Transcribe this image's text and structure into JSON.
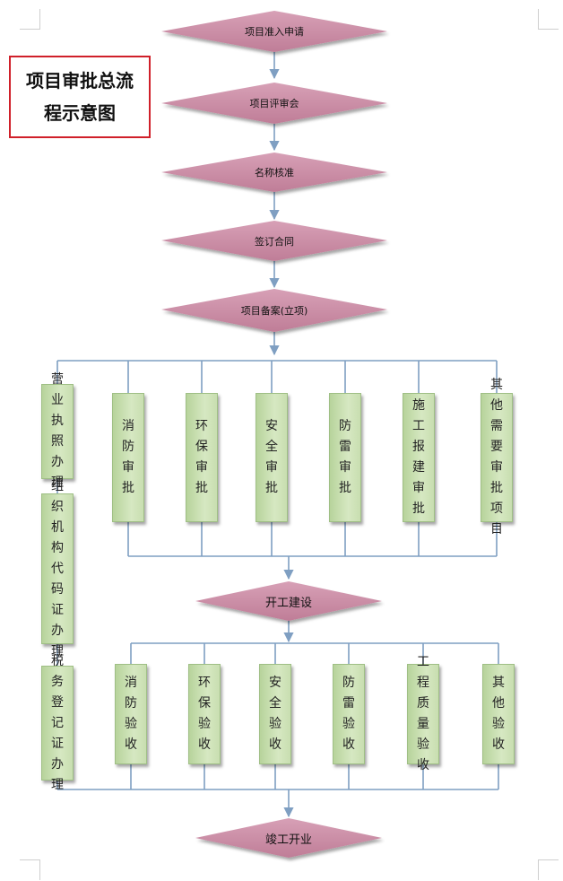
{
  "title": [
    "项目审批总流",
    "程示意图"
  ],
  "main_flow": [
    "项目准入申请",
    "项目评审会",
    "名称核准",
    "签订合同",
    "项目备案(立项)"
  ],
  "left_column": [
    "营业执照办理",
    "组织机构代码证办理",
    "税务登记证办理"
  ],
  "approvals": [
    "消防审批",
    "环保审批",
    "安全审批",
    "防雷审批",
    "施工报建审批",
    "其他需要审批项目"
  ],
  "construction": "开工建设",
  "acceptances": [
    "消防验收",
    "环保验收",
    "安全验收",
    "防雷验收",
    "工程质量验收",
    "其他验收"
  ],
  "completion": "竣工开业",
  "colors": {
    "diamond_fill": "#c98aa3",
    "connector": "#7f9fc2",
    "box_fill": "#c6dcaf",
    "title_border": "#d0202a"
  }
}
